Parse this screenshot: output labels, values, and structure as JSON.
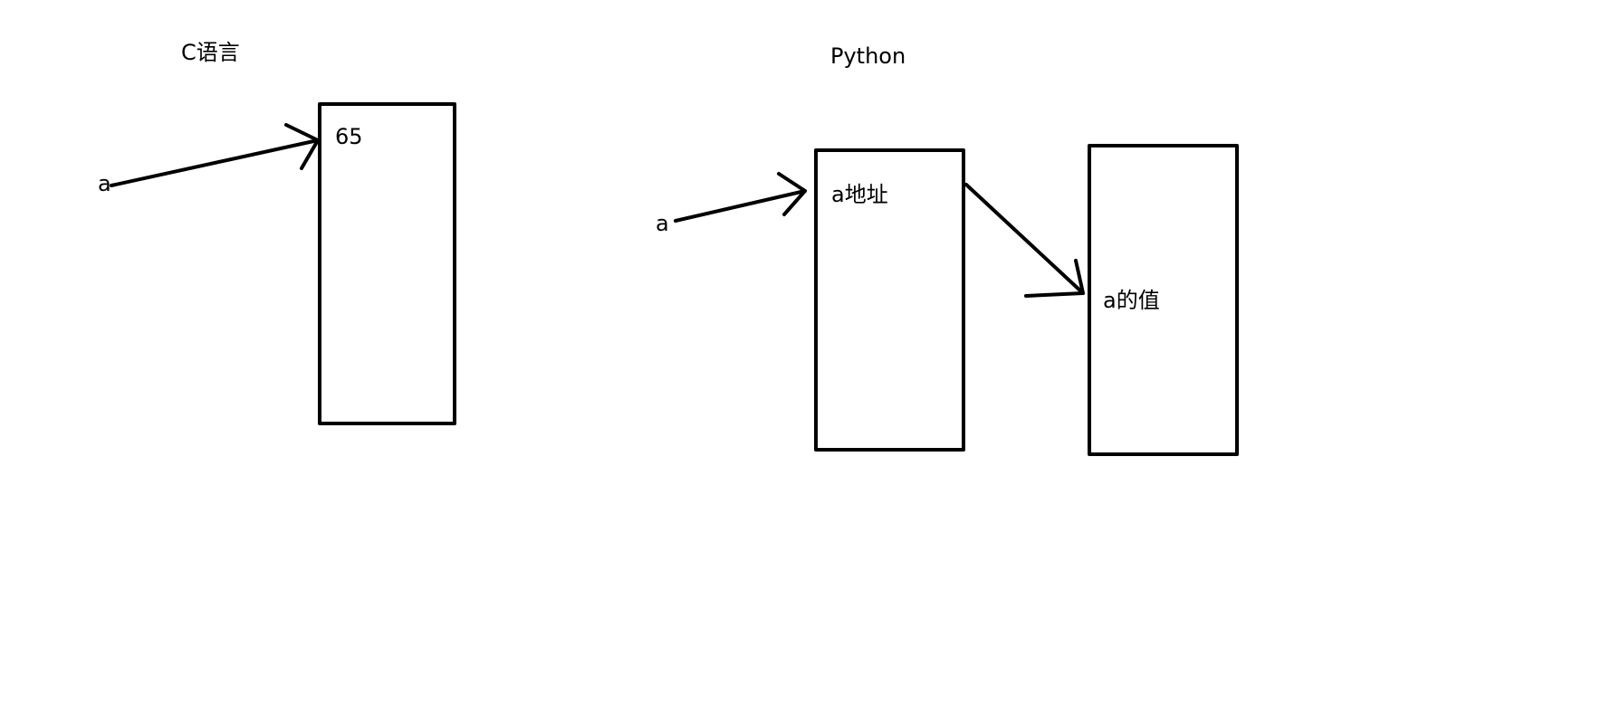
{
  "c_section": {
    "title": "C语言",
    "variable": "a",
    "cell_value": "65"
  },
  "python_section": {
    "title": "Python",
    "variable": "a",
    "address_cell": "a地址",
    "value_cell": "a的值"
  },
  "colors": {
    "stroke": "#000000",
    "background": "#ffffff"
  }
}
